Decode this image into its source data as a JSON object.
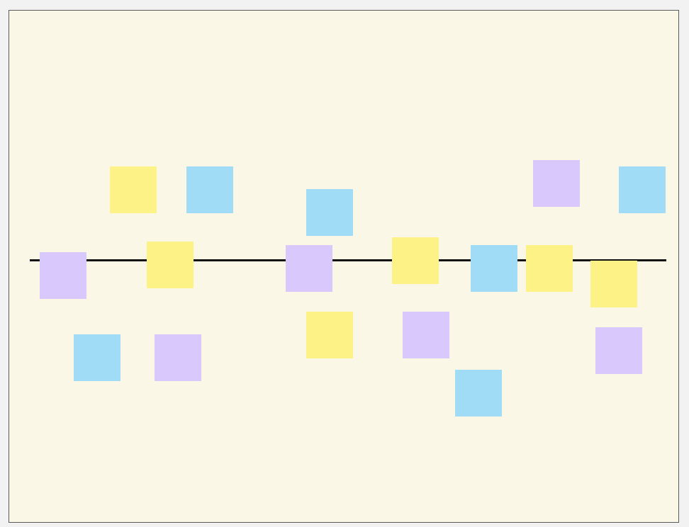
{
  "board": {
    "background": "#faf7e6",
    "border_color": "#5a5a5a",
    "timeline_color": "#111111"
  },
  "note_colors": {
    "yellow": "#fcf285",
    "blue": "#a0dcf6",
    "purple": "#d8c8fb"
  },
  "notes": [
    {
      "id": "n1",
      "color": "yellow"
    },
    {
      "id": "n2",
      "color": "blue"
    },
    {
      "id": "n3",
      "color": "blue"
    },
    {
      "id": "n4",
      "color": "purple"
    },
    {
      "id": "n5",
      "color": "blue"
    },
    {
      "id": "n6",
      "color": "purple"
    },
    {
      "id": "n7",
      "color": "yellow"
    },
    {
      "id": "n8",
      "color": "purple"
    },
    {
      "id": "n9",
      "color": "yellow"
    },
    {
      "id": "n10",
      "color": "blue"
    },
    {
      "id": "n11",
      "color": "yellow"
    },
    {
      "id": "n12",
      "color": "yellow"
    },
    {
      "id": "n13",
      "color": "blue"
    },
    {
      "id": "n14",
      "color": "purple"
    },
    {
      "id": "n15",
      "color": "yellow"
    },
    {
      "id": "n16",
      "color": "purple"
    },
    {
      "id": "n17",
      "color": "purple"
    },
    {
      "id": "n18",
      "color": "blue"
    }
  ]
}
